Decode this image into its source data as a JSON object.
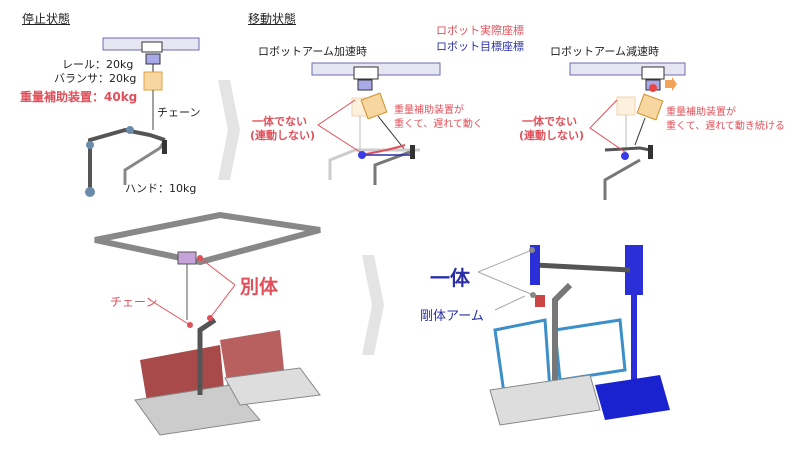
{
  "headers": {
    "stopped": "停止状態",
    "moving": "移動状態"
  },
  "stopped": {
    "rail": "レール：20kg",
    "balancer": "バランサ：20kg",
    "gravity_assist": "重量補助装置：40kg",
    "chain": "チェーン",
    "hand": "ハンド：10kg"
  },
  "legend": {
    "actual": "ロボット実際座標",
    "target": "ロボット目標座標"
  },
  "accel": {
    "title": "ロボットアーム加速時",
    "not_linked_1": "一体でない",
    "not_linked_2": "(連動しない)",
    "note_1": "重量補助装置が",
    "note_2": "重くて、遅れて動く"
  },
  "decel": {
    "title": "ロボットアーム減速時",
    "not_linked_1": "一体でない",
    "not_linked_2": "(連動しない)",
    "note_1": "重量補助装置が",
    "note_2": "重くて、遅れて動き続ける"
  },
  "bottom_left": {
    "chain": "チェーン",
    "separate": "別体"
  },
  "bottom_right": {
    "integrated": "一体",
    "rigid_arm": "剛体アーム"
  },
  "colors": {
    "red": "#e0505a",
    "blue": "#2a2fa8",
    "orange": "#f7c98a"
  }
}
